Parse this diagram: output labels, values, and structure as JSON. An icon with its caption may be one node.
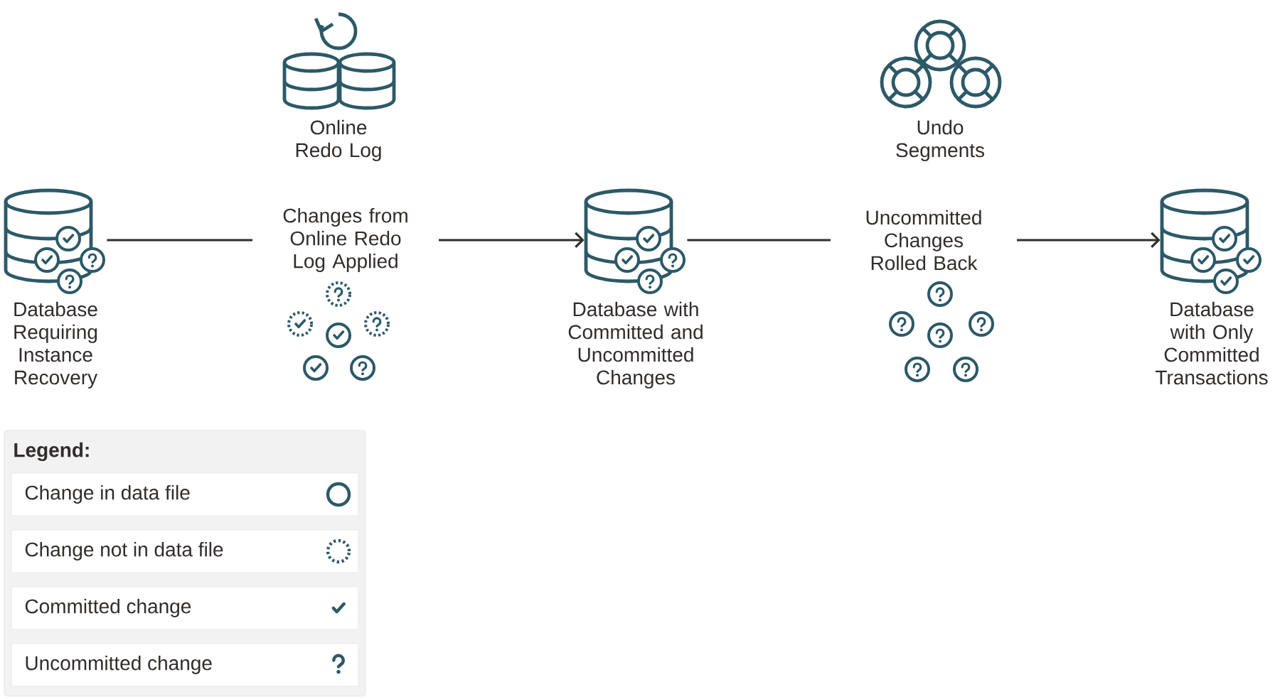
{
  "diagram": {
    "nodes": [
      {
        "text": [
          "Database Requiring Instance Recovery"
        ]
      },
      {
        "text": [
          "Online Redo Log"
        ]
      },
      {
        "text": [
          "Database with Committed and Uncommitted Changes"
        ]
      },
      {
        "text": [
          "Undo Segments"
        ]
      },
      {
        "text": [
          "Database with Only Committed Transactions"
        ]
      }
    ],
    "edges": [
      {
        "from": 0,
        "to": 2,
        "arrow": "to",
        "label": "Changes from Online Redo Log Applied"
      },
      {
        "from": 2,
        "to": 4,
        "arrow": "to",
        "label": "Uncommitted Changes Rolled Back"
      }
    ],
    "labels": [
      "Legend:"
    ],
    "legend": [
      {
        "text": "Change in data file"
      },
      {
        "text": "Change not in data file"
      },
      {
        "text": "Committed change"
      },
      {
        "text": "Uncommitted change"
      }
    ]
  }
}
